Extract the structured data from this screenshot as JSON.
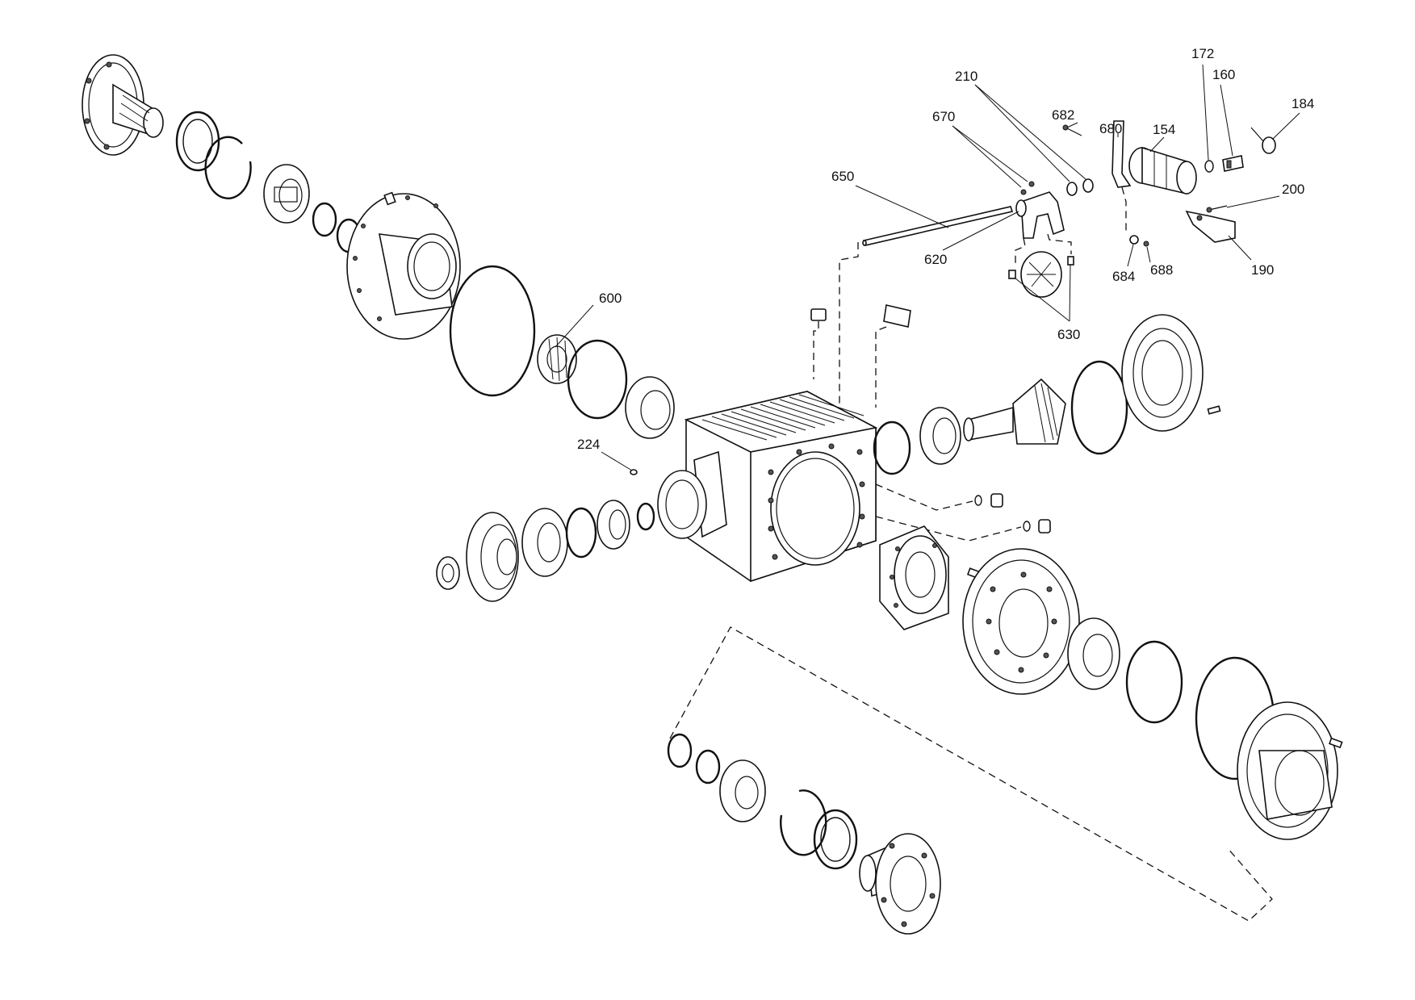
{
  "callouts": [
    {
      "id": "c600",
      "text": "600"
    },
    {
      "id": "c224",
      "text": "224"
    },
    {
      "id": "c650",
      "text": "650"
    },
    {
      "id": "c670",
      "text": "670"
    },
    {
      "id": "c210",
      "text": "210"
    },
    {
      "id": "c682",
      "text": "682"
    },
    {
      "id": "c680",
      "text": "680"
    },
    {
      "id": "c154",
      "text": "154"
    },
    {
      "id": "c172",
      "text": "172"
    },
    {
      "id": "c160",
      "text": "160"
    },
    {
      "id": "c184",
      "text": "184"
    },
    {
      "id": "c200",
      "text": "200"
    },
    {
      "id": "c190",
      "text": "190"
    },
    {
      "id": "c620",
      "text": "620"
    },
    {
      "id": "c684",
      "text": "684"
    },
    {
      "id": "c688",
      "text": "688"
    },
    {
      "id": "c630",
      "text": "630"
    }
  ]
}
